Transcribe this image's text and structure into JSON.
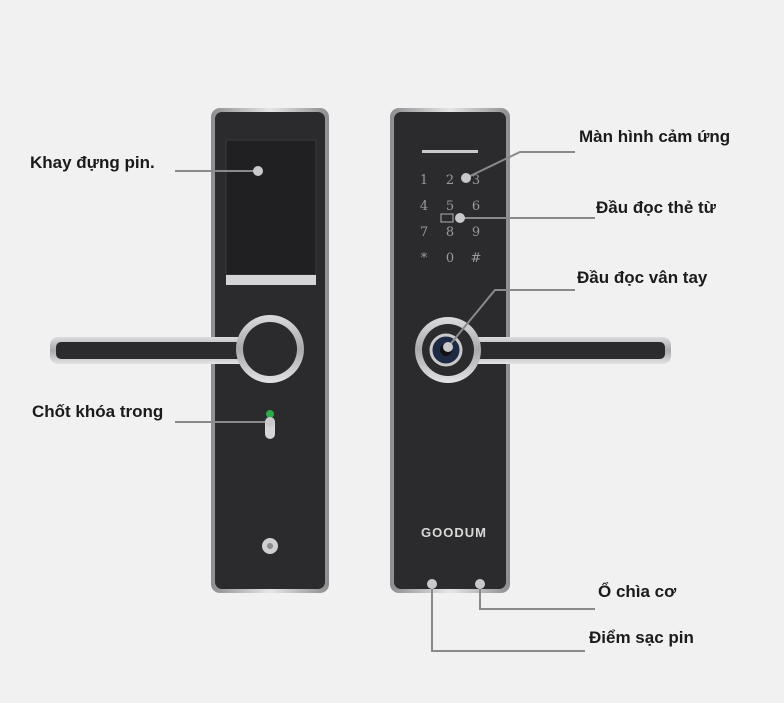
{
  "labels": {
    "battery_tray": "Khay đựng pin.",
    "inner_latch": "Chốt khóa trong",
    "touch_screen": "Màn hình cảm ứng",
    "card_reader": "Đầu đọc thẻ từ",
    "fingerprint_reader": "Đầu đọc vân tay",
    "mechanical_key": "Ổ chìa cơ",
    "charging_point": "Điểm sạc pin"
  },
  "brand": "GOODUM",
  "keypad": [
    "1",
    "2",
    "3",
    "4",
    "5",
    "6",
    "7",
    "8",
    "9",
    "*",
    "0",
    "#"
  ],
  "colors": {
    "background": "#f1f1f1",
    "body": "#2b2b2d",
    "frame": "#c9c9cb",
    "leader_line": "#8a8a8a",
    "latch_dot": "#2fa84a"
  }
}
